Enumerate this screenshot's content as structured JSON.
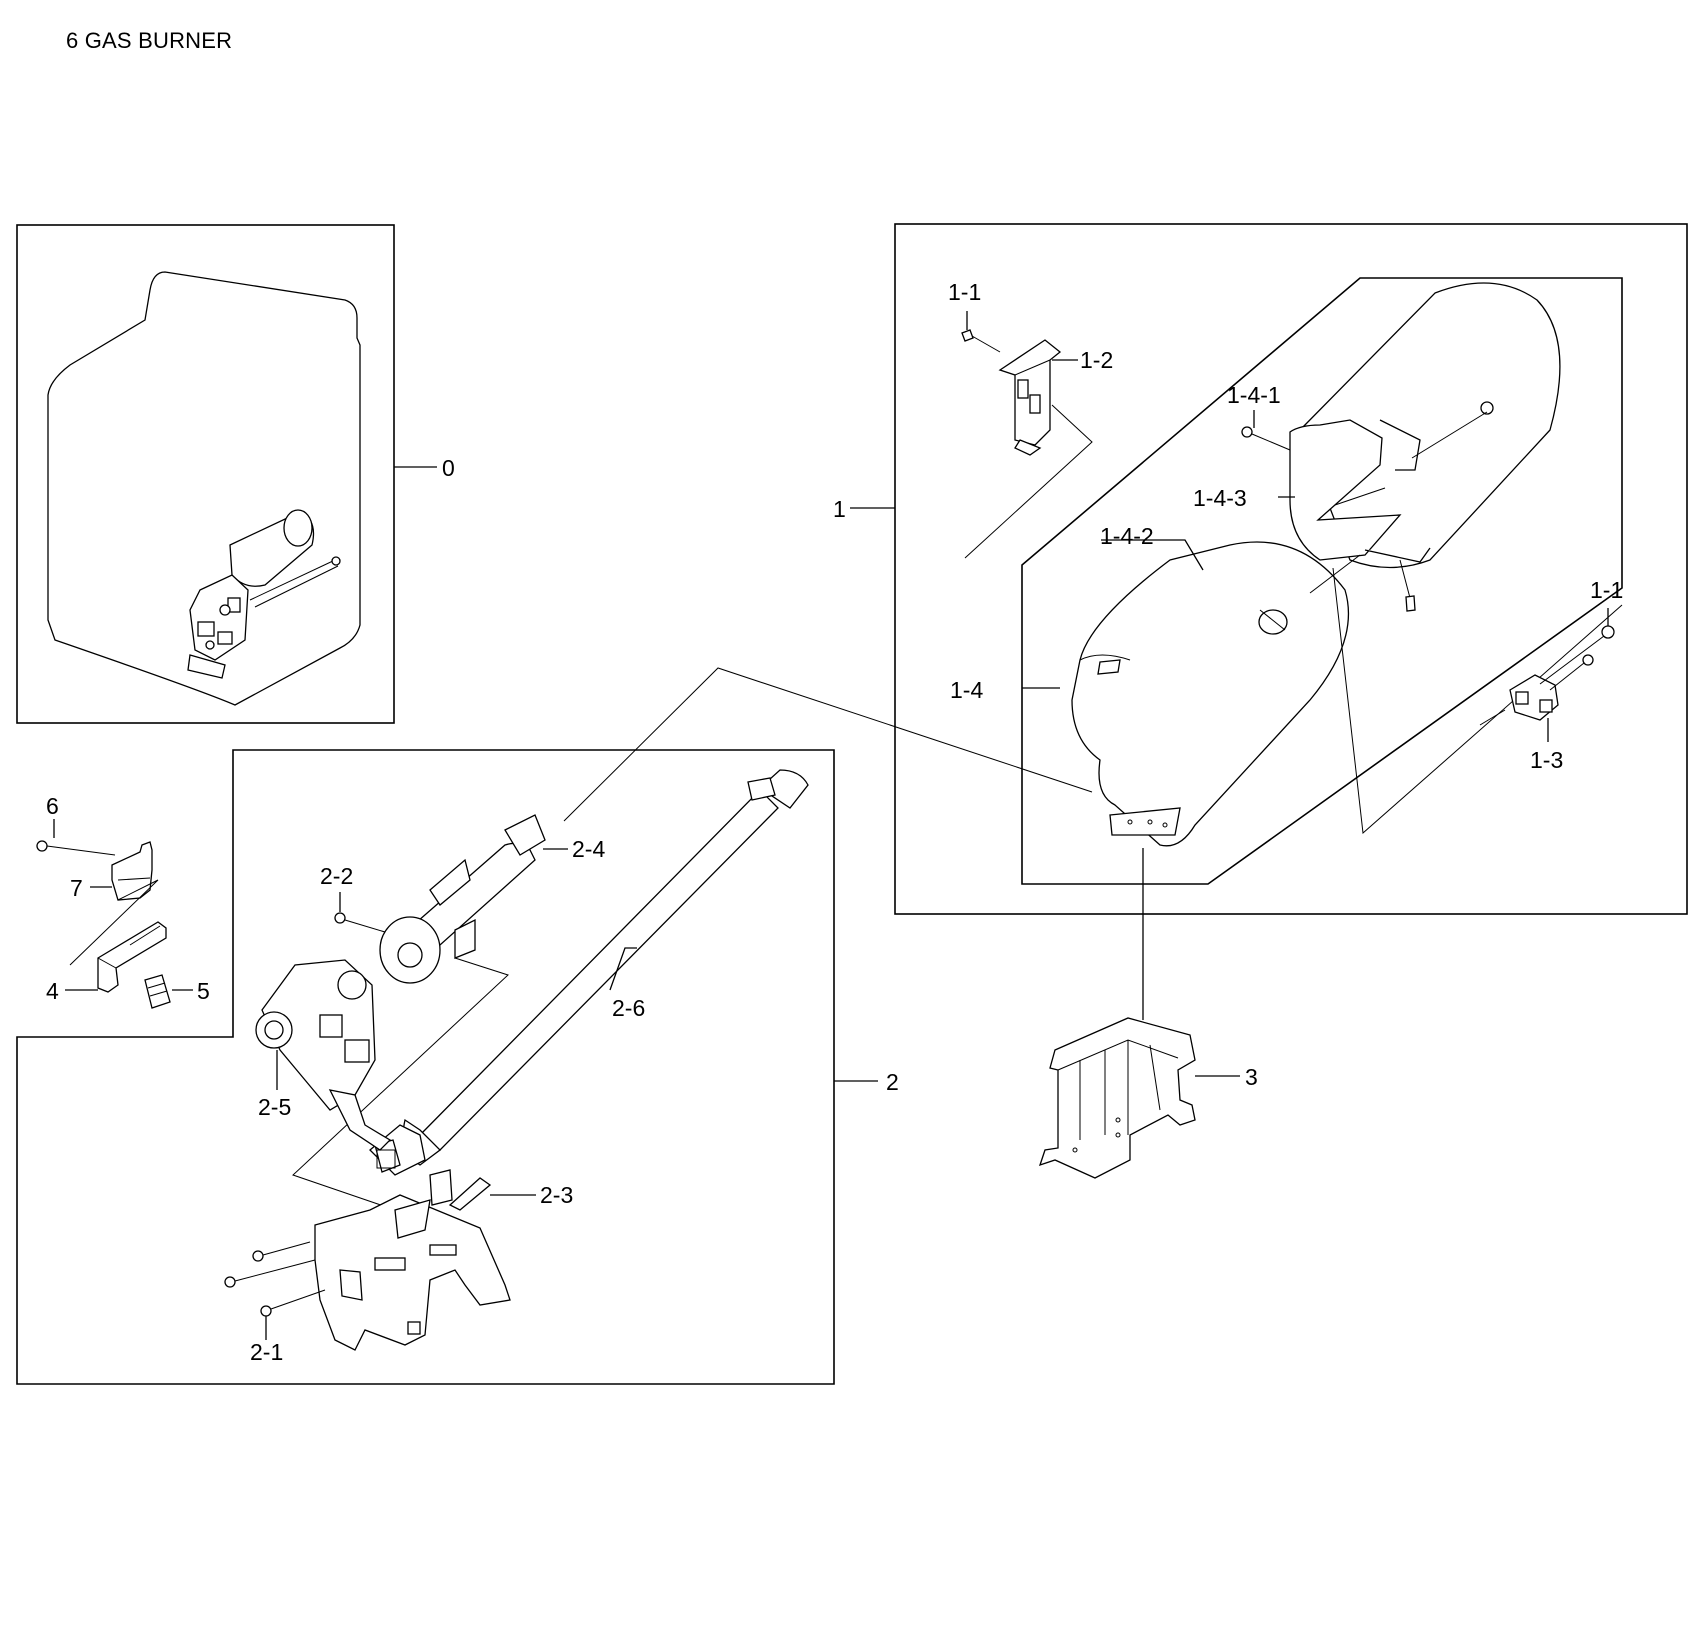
{
  "page": {
    "title": "6 GAS BURNER"
  },
  "labels": {
    "l0": "0",
    "l1": "1",
    "l1_1_top": "1-1",
    "l1_2": "1-2",
    "l1_4_1": "1-4-1",
    "l1_4_3": "1-4-3",
    "l1_4_2": "1-4-2",
    "l1_4": "1-4",
    "l1_1_right": "1-1",
    "l1_3": "1-3",
    "l2": "2",
    "l2_1": "2-1",
    "l2_2": "2-2",
    "l2_3": "2-3",
    "l2_4": "2-4",
    "l2_5": "2-5",
    "l2_6": "2-6",
    "l3": "3",
    "l4": "4",
    "l5": "5",
    "l6": "6",
    "l7": "7"
  }
}
